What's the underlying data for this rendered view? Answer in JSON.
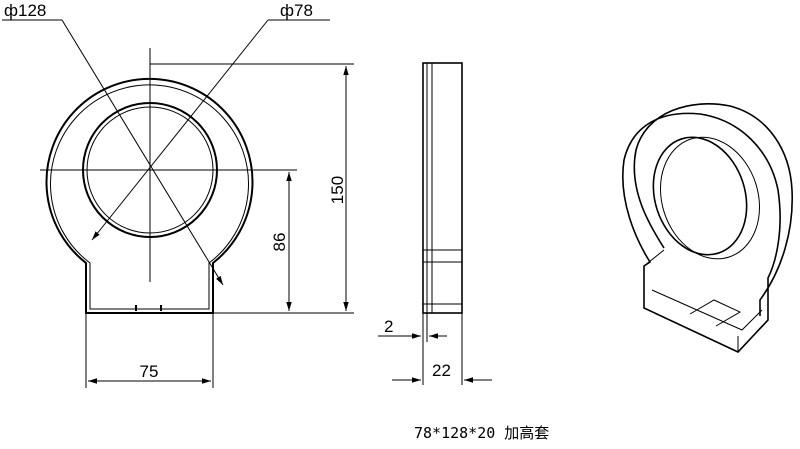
{
  "dimensions": {
    "outer_diameter": "ф128",
    "inner_diameter": "ф78",
    "total_height": "150",
    "base_height": "86",
    "base_width": "75",
    "wall_thickness": "2",
    "depth": "22"
  },
  "caption": "78*128*20  加高套"
}
